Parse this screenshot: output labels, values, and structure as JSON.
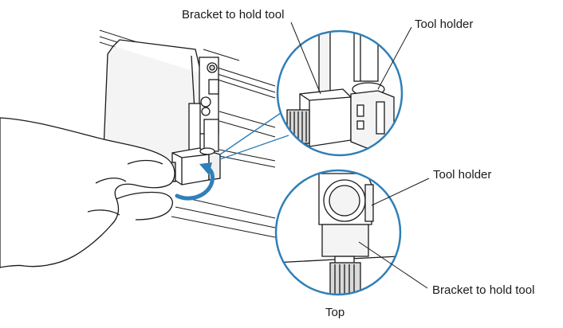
{
  "labels": {
    "bracket_top": "Bracket to hold tool",
    "holder_top": "Tool holder",
    "holder_bottom": "Tool holder",
    "bracket_bottom": "Bracket to hold tool",
    "view_caption": "Top"
  },
  "colors": {
    "line": "#1a1a1a",
    "callout": "#2f7fb8",
    "skin": "#ffffff",
    "body_fill": "#f4f4f4",
    "shade": "#d9d9d9"
  }
}
